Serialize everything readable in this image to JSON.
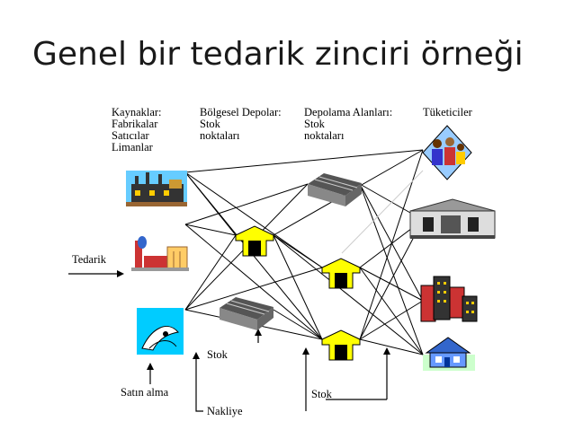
{
  "title": "Genel bir tedarik zinciri örneği",
  "columns": {
    "sources": [
      "Kaynaklar:",
      "Fabrikalar",
      "Satıcılar",
      "Limanlar"
    ],
    "regional": [
      "Bölgesel Depolar:",
      "Stok",
      "noktaları"
    ],
    "storage": [
      "Depolama Alanları:",
      "Stok",
      "noktaları"
    ],
    "consumers": [
      "Tüketiciler"
    ]
  },
  "labels": {
    "supply": "Tedarik",
    "purchase": "Satın alma",
    "stock_left": "Stok",
    "stock_right": "Stok",
    "transport": "Nakliye"
  },
  "colors": {
    "house_roof": "#ffff00",
    "house_door": "#000000",
    "line": "#000000",
    "port_bg": "#00ccff"
  }
}
